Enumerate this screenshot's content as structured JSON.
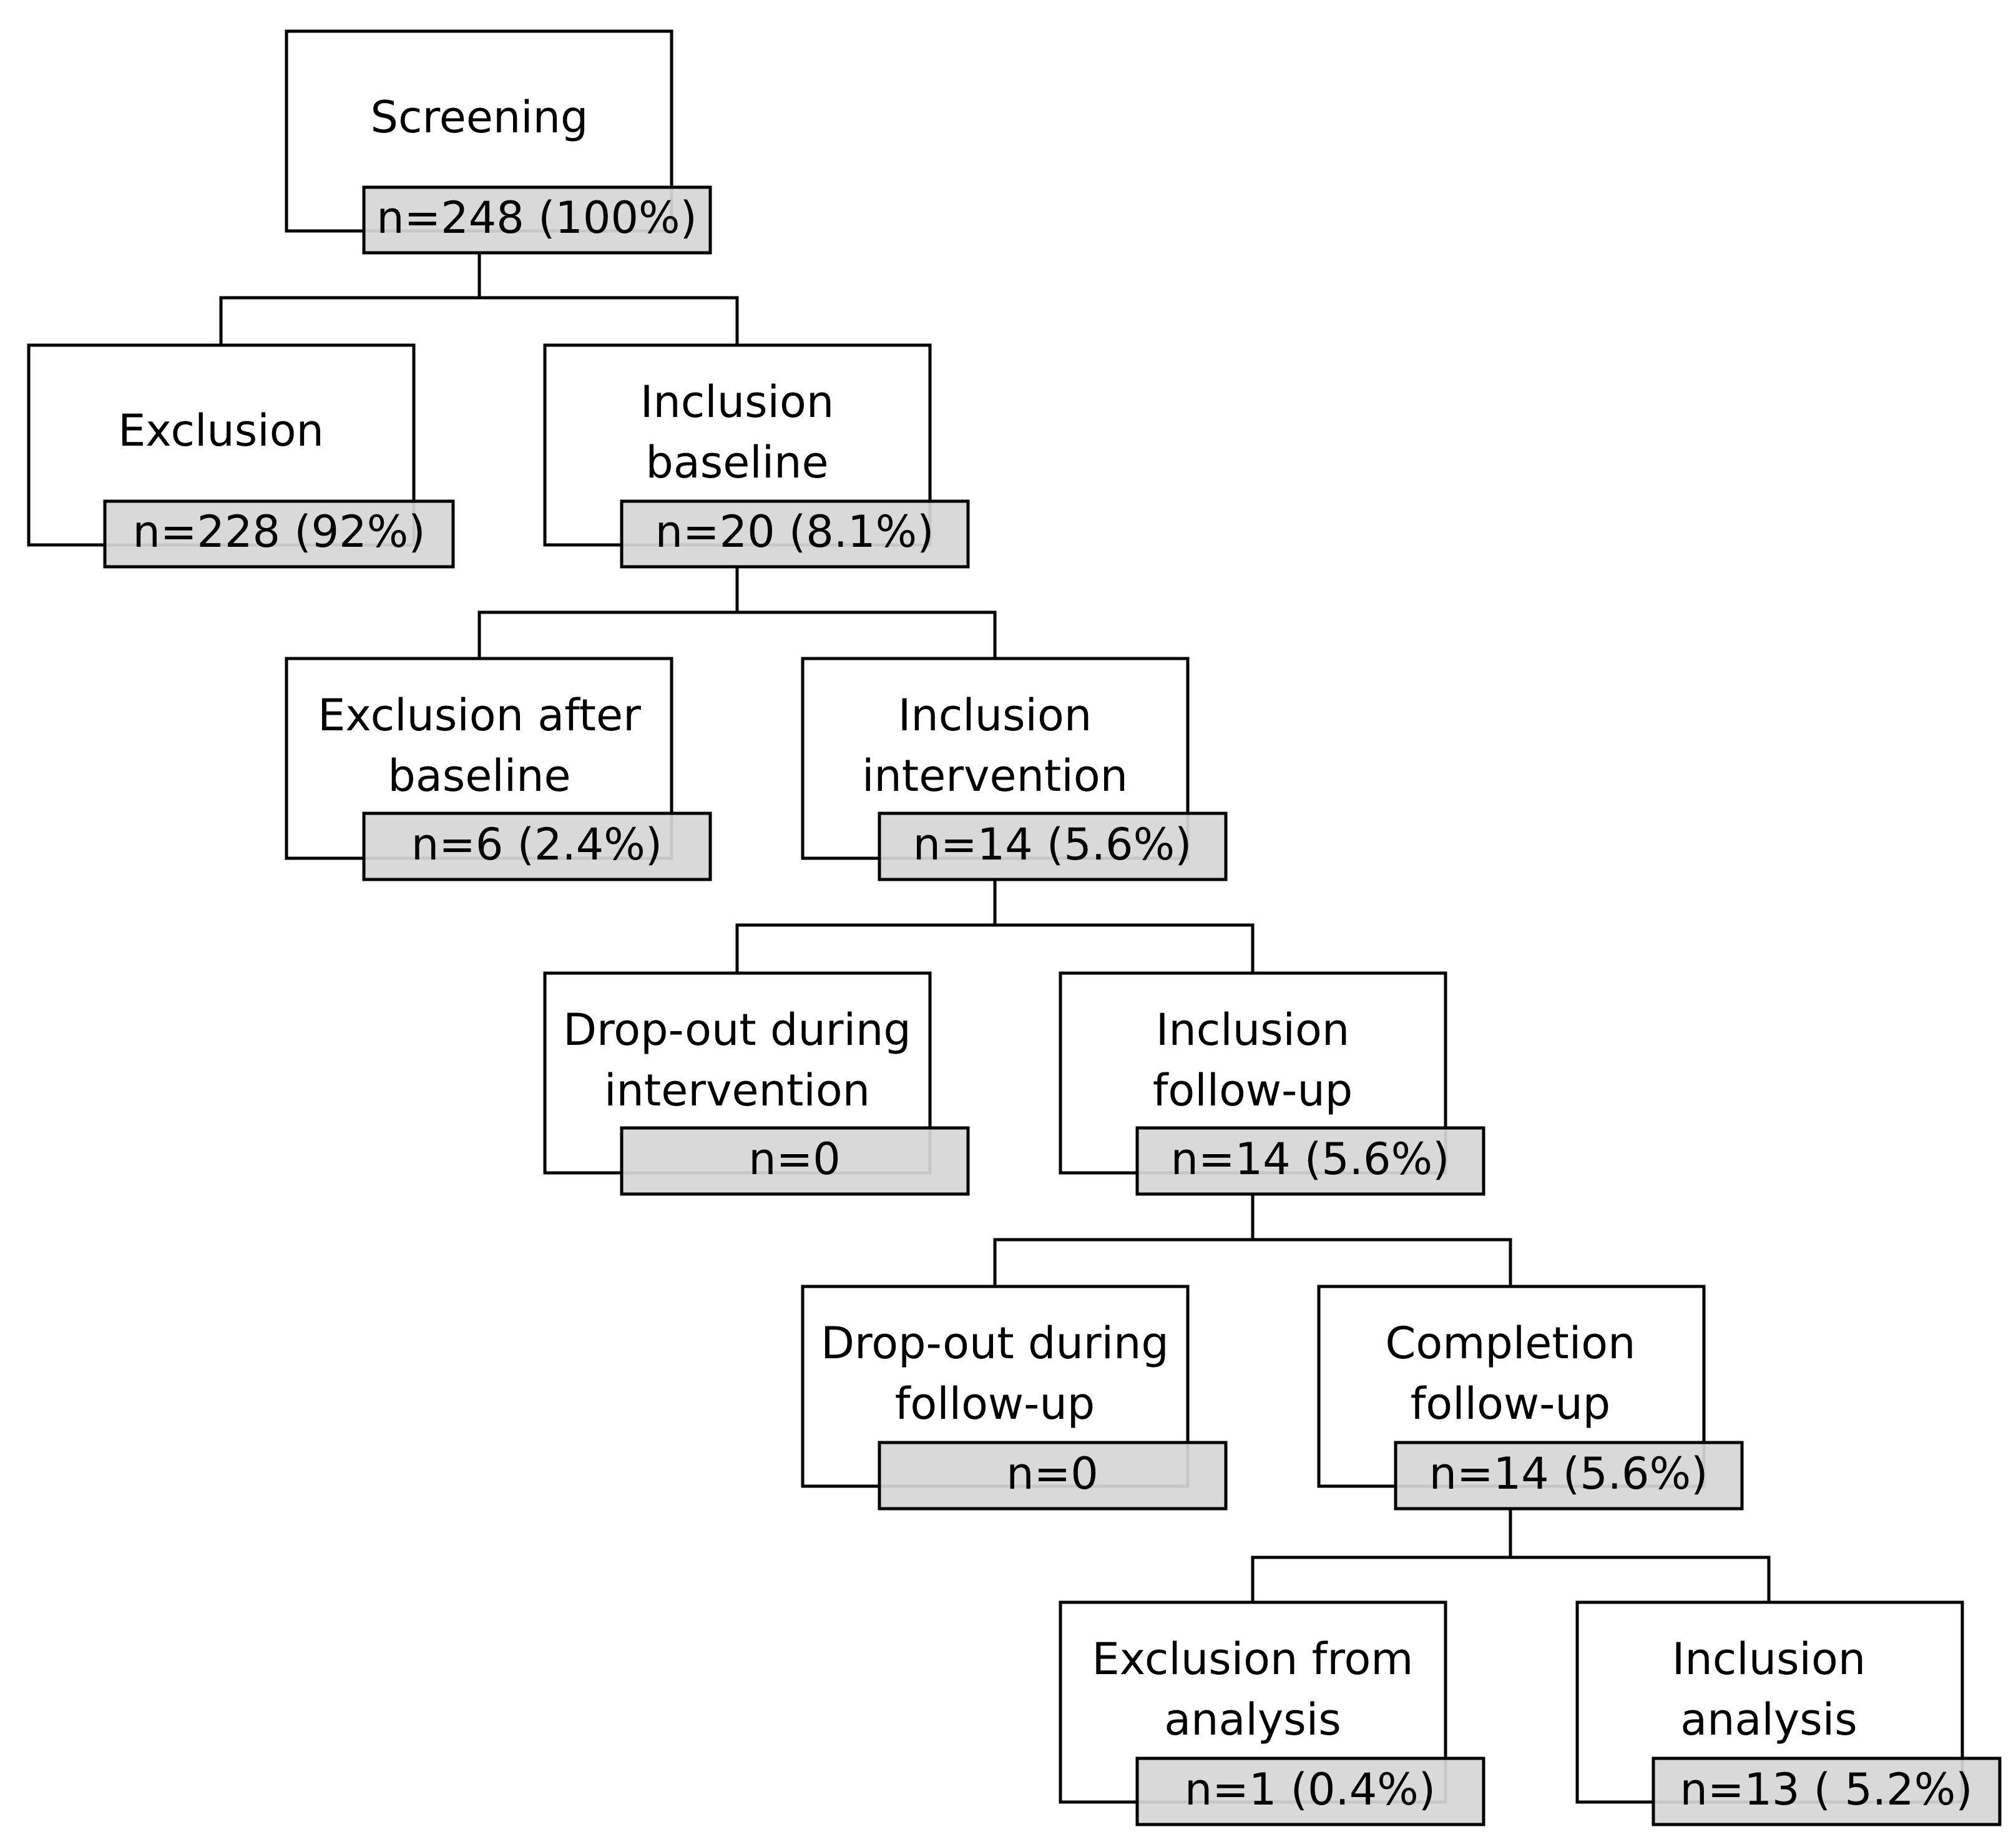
{
  "flowchart": {
    "screening": {
      "label_lines": [
        "Screening"
      ],
      "count": "n=248 (100%)"
    },
    "exclusion": {
      "label_lines": [
        "Exclusion"
      ],
      "count": "n=228 (92%)"
    },
    "inclusion_baseline": {
      "label_lines": [
        "Inclusion",
        "baseline"
      ],
      "count": "n=20 (8.1%)"
    },
    "exclusion_after_baseline": {
      "label_lines": [
        "Exclusion after",
        "baseline"
      ],
      "count": "n=6 (2.4%)"
    },
    "inclusion_intervention": {
      "label_lines": [
        "Inclusion",
        "intervention"
      ],
      "count": "n=14 (5.6%)"
    },
    "dropout_intervention": {
      "label_lines": [
        "Drop-out during",
        "intervention"
      ],
      "count": "n=0"
    },
    "inclusion_followup": {
      "label_lines": [
        "Inclusion",
        "follow-up"
      ],
      "count": "n=14 (5.6%)"
    },
    "dropout_followup": {
      "label_lines": [
        "Drop-out during",
        "follow-up"
      ],
      "count": "n=0"
    },
    "completion_followup": {
      "label_lines": [
        "Completion",
        "follow-up"
      ],
      "count": "n=14 (5.6%)"
    },
    "exclusion_analysis": {
      "label_lines": [
        "Exclusion from",
        "analysis"
      ],
      "count": "n=1 (0.4%)"
    },
    "inclusion_analysis": {
      "label_lines": [
        "Inclusion",
        "analysis"
      ],
      "count": "n=13 ( 5.2%)"
    }
  }
}
